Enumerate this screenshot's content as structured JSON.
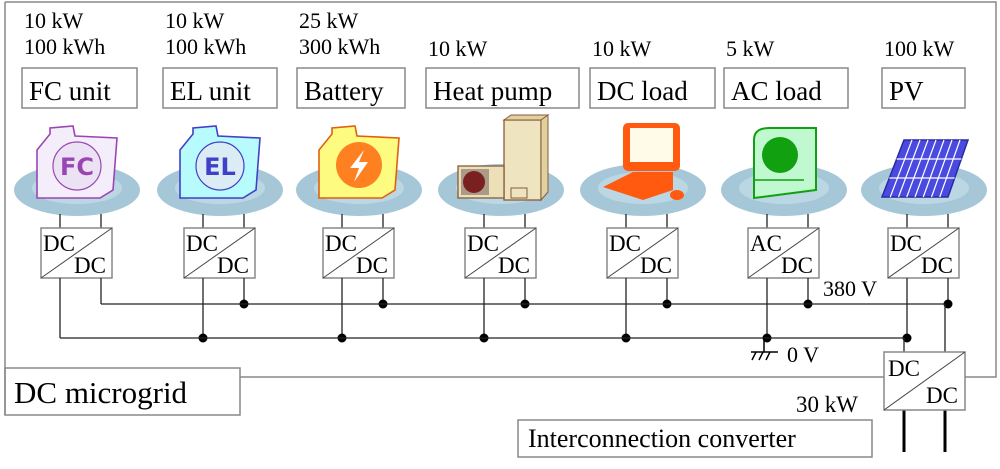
{
  "title": "DC microgrid",
  "bus": {
    "positive_label": "380 V",
    "ground_label": "0 V"
  },
  "units": [
    {
      "name": "FC unit",
      "ratings": [
        "10 kW",
        "100 kWh"
      ],
      "converter": [
        "DC",
        "DC"
      ],
      "icon": "fuel-cell-icon",
      "color": "#9b45b5",
      "fill": "#f4eefb"
    },
    {
      "name": "EL unit",
      "ratings": [
        "10 kW",
        "100 kWh"
      ],
      "converter": [
        "DC",
        "DC"
      ],
      "icon": "electrolyzer-icon",
      "color": "#4040c8",
      "fill": "#b8fbfd"
    },
    {
      "name": "Battery",
      "ratings": [
        "25 kW",
        "300 kWh"
      ],
      "converter": [
        "DC",
        "DC"
      ],
      "icon": "battery-icon",
      "color": "#e06010",
      "fill": "#fdfb80"
    },
    {
      "name": "Heat pump",
      "ratings": [
        "10 kW"
      ],
      "converter": [
        "DC",
        "DC"
      ],
      "icon": "heat-pump-icon",
      "color": "#7a2020",
      "fill": "#efe4c0"
    },
    {
      "name": "DC load",
      "ratings": [
        "10 kW"
      ],
      "converter": [
        "DC",
        "DC"
      ],
      "icon": "computer-icon",
      "color": "#ff5a10",
      "fill": "#fffbe8"
    },
    {
      "name": "AC load",
      "ratings": [
        "5 kW"
      ],
      "converter": [
        "AC",
        "DC"
      ],
      "icon": "washing-machine-icon",
      "color": "#10a010",
      "fill": "#c0f8d0"
    },
    {
      "name": "PV",
      "ratings": [
        "100 kW"
      ],
      "converter": [
        "DC",
        "DC"
      ],
      "icon": "solar-panel-icon",
      "color": "#3a3ad0",
      "fill": "#4a4ae0"
    }
  ],
  "interconnection": {
    "label": "Interconnection converter",
    "rating": "30 kW",
    "converter": [
      "DC",
      "DC"
    ]
  }
}
